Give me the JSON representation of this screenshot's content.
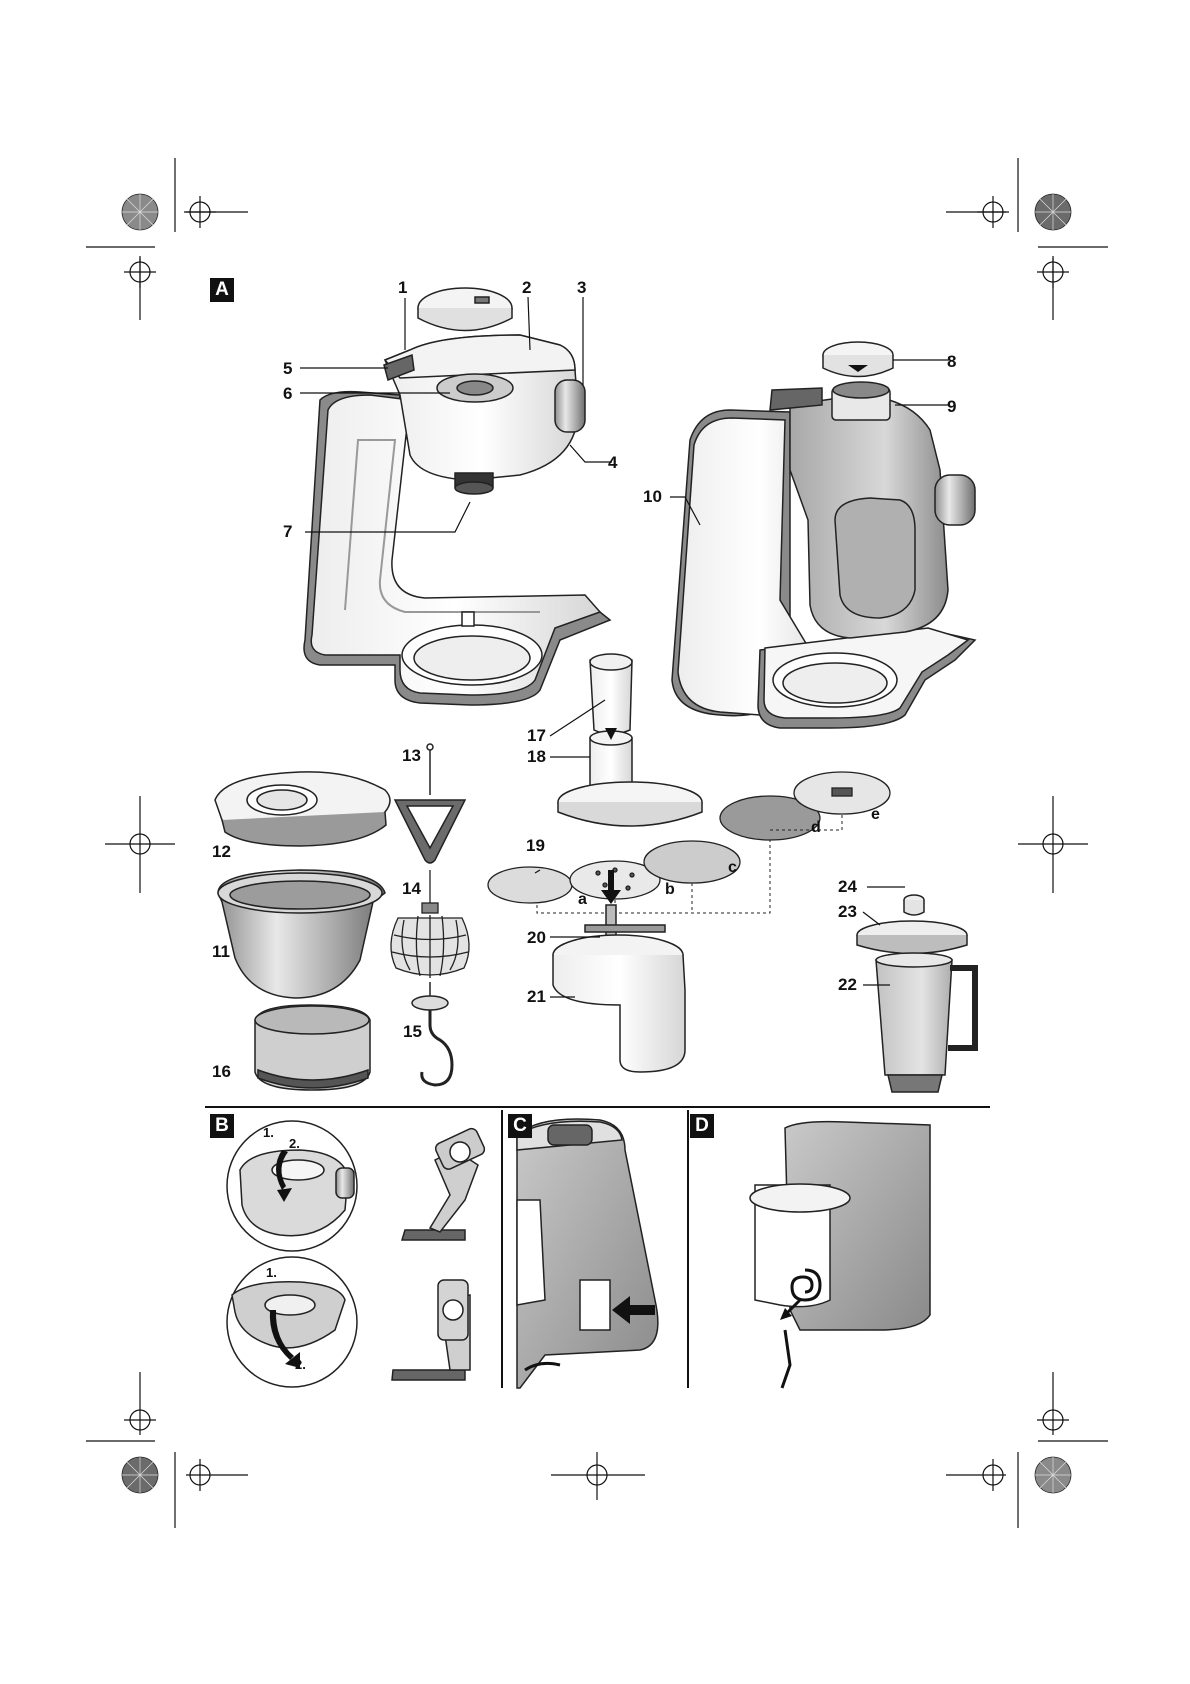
{
  "sections": {
    "a": "A",
    "b": "B",
    "c": "C",
    "d": "D"
  },
  "callouts": {
    "n1": "1",
    "n2": "2",
    "n3": "3",
    "n4": "4",
    "n5": "5",
    "n6": "6",
    "n7": "7",
    "n8": "8",
    "n9": "9",
    "n10": "10",
    "n11": "11",
    "n12": "12",
    "n13": "13",
    "n14": "14",
    "n15": "15",
    "n16": "16",
    "n17": "17",
    "n18": "18",
    "n19": "19",
    "n20": "20",
    "n21": "21",
    "n22": "22",
    "n23": "23",
    "n24": "24",
    "la": "a",
    "lb": "b",
    "lc": "c",
    "ld": "d",
    "le": "e"
  },
  "steps": {
    "s1": "1.",
    "s2": "2."
  },
  "colors": {
    "line": "#111111",
    "body_grey": "#cfcfcf",
    "dark_grey": "#7a7a7a",
    "panel_grey": "#9a9a9a",
    "white": "#ffffff"
  },
  "icons": [
    "registration-mark-icon",
    "color-wheel-icon",
    "arrow-icon",
    "cable-coil-icon"
  ]
}
